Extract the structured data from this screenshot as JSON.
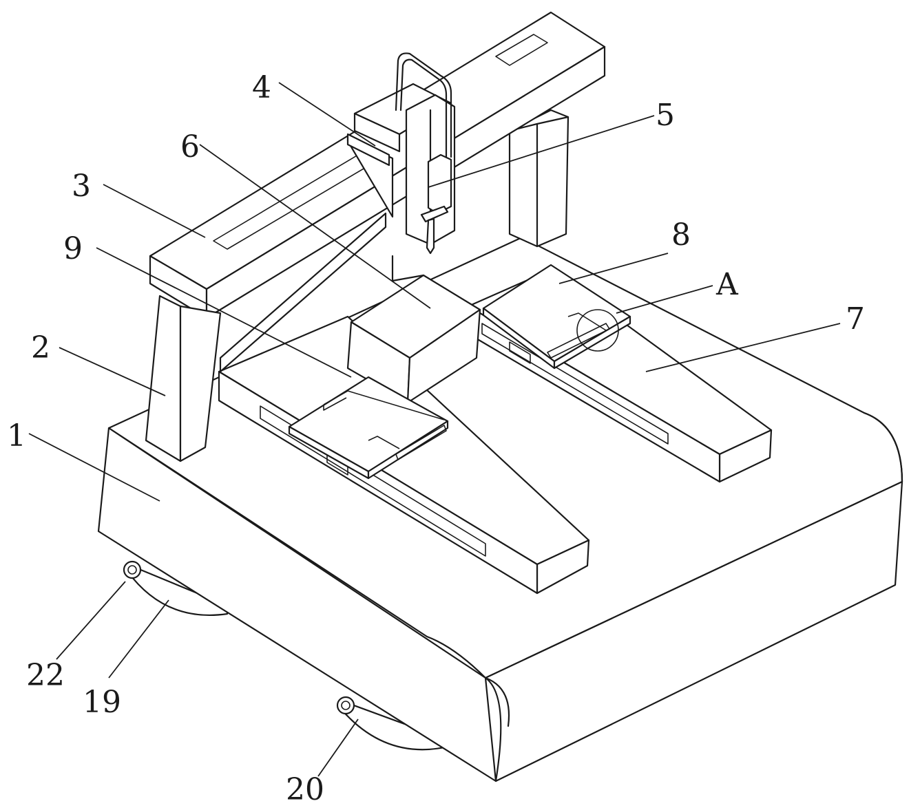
{
  "labels": {
    "base": "1",
    "column": "2",
    "crossbeam": "3",
    "carriage": "4",
    "nozzle": "5",
    "center_block": "6",
    "right_rail": "7",
    "right_tray": "8",
    "left_tray": "9",
    "detail": "A",
    "wheel_rear": "19",
    "wheel_front": "20",
    "axle_bolt": "22"
  },
  "colors": {
    "stroke": "#1a1a1a",
    "background": "#ffffff"
  }
}
